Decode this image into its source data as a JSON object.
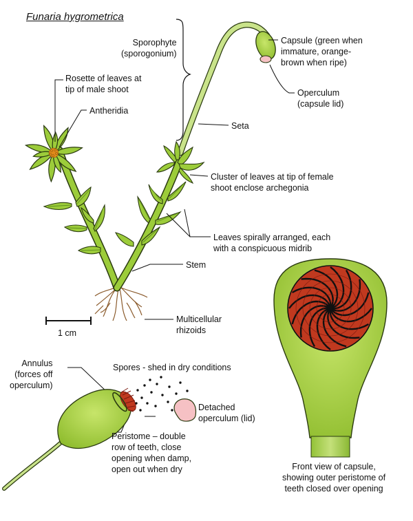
{
  "title": "Funaria hygrometrica",
  "labels": {
    "sporophyte": "Sporophyte\n(sporogonium)",
    "rosette": "Rosette of leaves at\ntip of male shoot",
    "antheridia": "Antheridia",
    "capsule": "Capsule (green when\nimmature, orange-\nbrown when ripe)",
    "operculum": "Operculum\n(capsule lid)",
    "seta": "Seta",
    "cluster": "Cluster of leaves at tip of female\nshoot enclose archegonia",
    "leaves": "Leaves spirally arranged, each\nwith a conspicuous midrib",
    "stem": "Stem",
    "rhizoids": "Multicellular\nrhizoids",
    "scale": "1 cm",
    "annulus": "Annulus\n(forces off\noperculum)",
    "spores": "Spores - shed in dry conditions",
    "detached": "Detached\noperculum (lid)",
    "peristome": "Peristome – double\nrow of teeth, close\nopening when damp,\nopen out when dry",
    "front_view": "Front view of capsule,\nshowing outer peristome of\nteeth closed over opening"
  },
  "colors": {
    "leaf_green": "#9ccc3a",
    "leaf_dark": "#5f8f1f",
    "outline": "#2a3a10",
    "peristome_red": "#c0391f",
    "operculum_pink": "#f6c1c4",
    "rhizoid_brown": "#8a5a2b"
  }
}
